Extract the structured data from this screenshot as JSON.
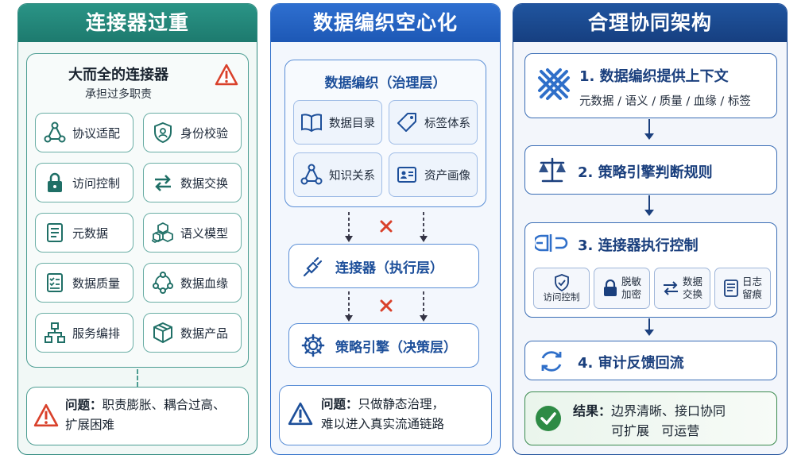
{
  "panel1": {
    "header": "连接器过重",
    "title": "大而全的连接器",
    "subtitle": "承担过多职责",
    "chips": [
      "协议适配",
      "身份校验",
      "访问控制",
      "数据交换",
      "元数据",
      "语义模型",
      "数据质量",
      "数据血缘",
      "服务编排",
      "数据产品"
    ],
    "issue_label": "问题：",
    "issue_line1": "职责膨胀、耦合过高、",
    "issue_line2": "扩展困难"
  },
  "panel2": {
    "header": "数据编织空心化",
    "governance_title": "数据编织（治理层）",
    "chips": [
      "数据目录",
      "标签体系",
      "知识关系",
      "资产画像"
    ],
    "connector_layer": "连接器（执行层）",
    "policy_layer": "策略引擎（决策层）",
    "issue_label": "问题：",
    "issue_line1": "只做静态治理，",
    "issue_line2": "难以进入真实流通链路"
  },
  "panel3": {
    "header": "合理协同架构",
    "step1_title": "1. 数据编织提供上下文",
    "step1_sub": "元数据 / 语义 / 质量 / 血缘 / 标签",
    "step2_title": "2. 策略引擎判断规则",
    "step3_title": "3. 连接器执行控制",
    "step3_items": [
      {
        "line1": "访问控制",
        "line2": ""
      },
      {
        "line1": "脱敏",
        "line2": "加密"
      },
      {
        "line1": "数据",
        "line2": "交换"
      },
      {
        "line1": "日志",
        "line2": "留痕"
      }
    ],
    "step4_title": "4. 审计反馈回流",
    "result_label": "结果：",
    "result_line1": "边界清晰、接口协同",
    "result_line2": "可扩展   可运营"
  },
  "colors": {
    "teal": "#1d7a6e",
    "blue": "#1d58b5",
    "navy": "#163f80",
    "warn_red": "#d9412b",
    "cross_red": "#d9412b",
    "ok_green": "#2e8b45"
  }
}
